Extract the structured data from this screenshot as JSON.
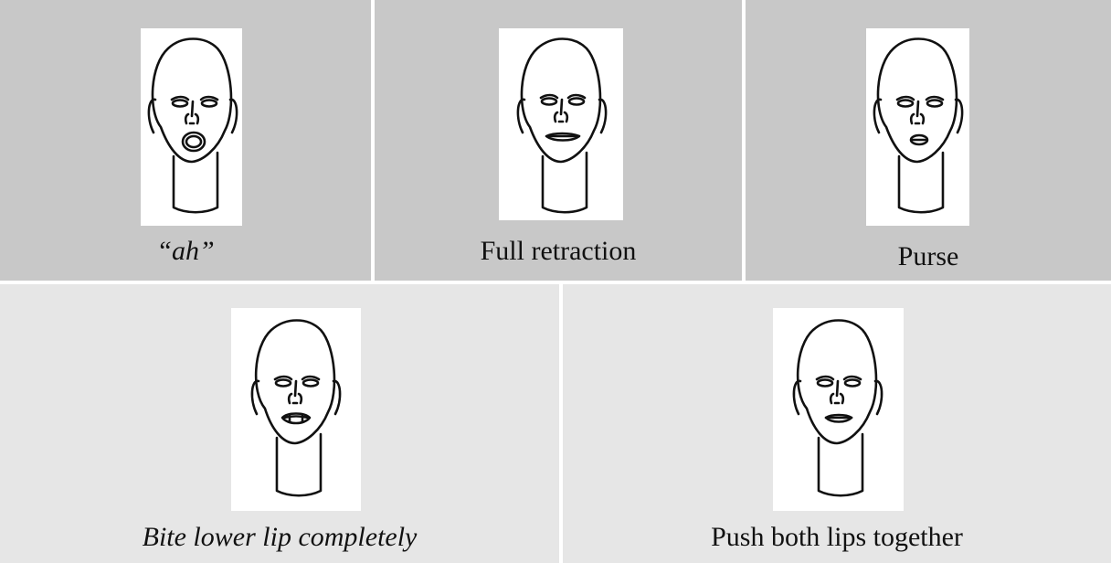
{
  "panels": [
    {
      "caption": "“ah”",
      "mouth": "open-oval"
    },
    {
      "caption": "Full retraction",
      "mouth": "wide-retracted"
    },
    {
      "caption": "Purse",
      "mouth": "small-pucker"
    },
    {
      "caption": "Bite lower lip completely",
      "mouth": "lip-bite"
    },
    {
      "caption": "Push both lips together",
      "mouth": "pressed-lips"
    }
  ],
  "colors": {
    "top_row_bg": "#c8c8c8",
    "bottom_row_bg": "#e6e6e6",
    "border": "#ffffff"
  }
}
